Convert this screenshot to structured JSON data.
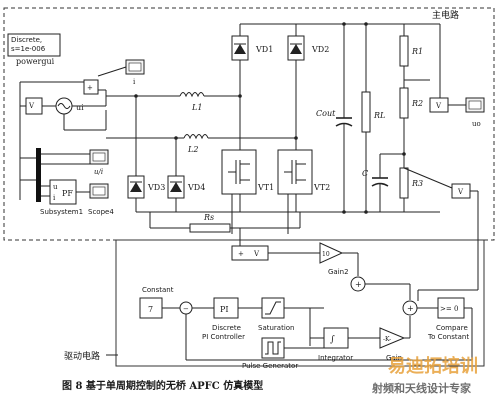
{
  "powergui": {
    "line1": "Discrete,",
    "line2": "s=1e-006",
    "name": "powergui"
  },
  "labels": {
    "main_circuit": "主电路",
    "drive_circuit": "驱动电路",
    "subsystem": "Subsystem1",
    "scope": "Scope4",
    "constant": "Constant",
    "constant_value": "7",
    "pi": "PI",
    "discrete_pi_1": "Discrete",
    "discrete_pi_2": "PI Controller",
    "saturation": "Saturation",
    "pulse": "Pulse Generator",
    "integrator": "Integrator",
    "gain": "Gain",
    "gain2": "Gain2",
    "gain2_value": "10",
    "compare_1": "Compare",
    "compare_2": "To Constant",
    "compare_value": ">= 0",
    "pf": "PF",
    "ui_block_top": "u",
    "ui_block_bot": "i",
    "vi_top": "V",
    "vi_bot": "i",
    "v": "V",
    "ui": "ui",
    "uo": "uo",
    "i": "i",
    "u_over_i": "u/i",
    "L1": "L1",
    "L2": "L2",
    "Cout": "Cout",
    "RL": "RL",
    "R1": "R1",
    "R2": "R2",
    "R3": "R3",
    "C": "C",
    "Rs": "Rs",
    "VD1": "VD1",
    "VD2": "VD2",
    "VD3": "VD3",
    "VD4": "VD4",
    "VT1": "VT1",
    "VT2": "VT2"
  },
  "caption": "图 8   基于单周期控制的无桥 APFC 仿真模型",
  "watermark": {
    "line1": "易迪拓培训",
    "line2": "射频和天线设计专家"
  }
}
